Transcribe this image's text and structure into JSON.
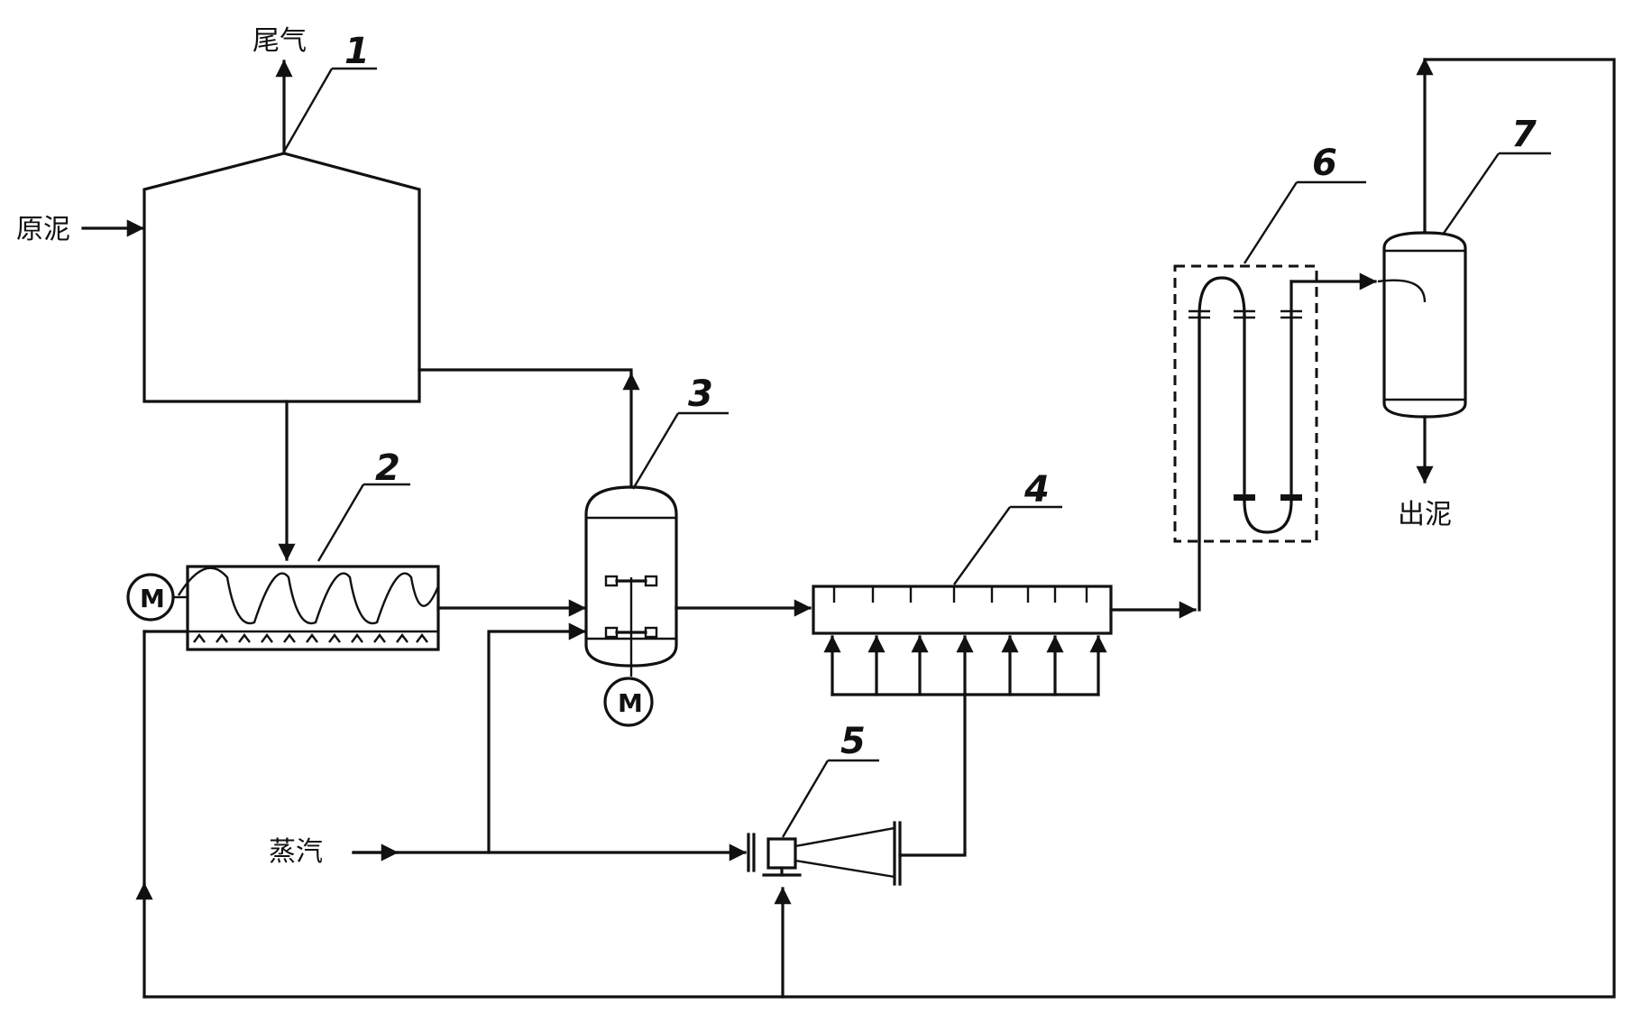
{
  "labels": {
    "tail_gas": "尾气",
    "raw_sludge": "原泥",
    "steam": "蒸汽",
    "out_sludge": "出泥"
  },
  "equipment_numbers": [
    "1",
    "2",
    "3",
    "4",
    "5",
    "6",
    "7"
  ],
  "motor_symbol": "M"
}
